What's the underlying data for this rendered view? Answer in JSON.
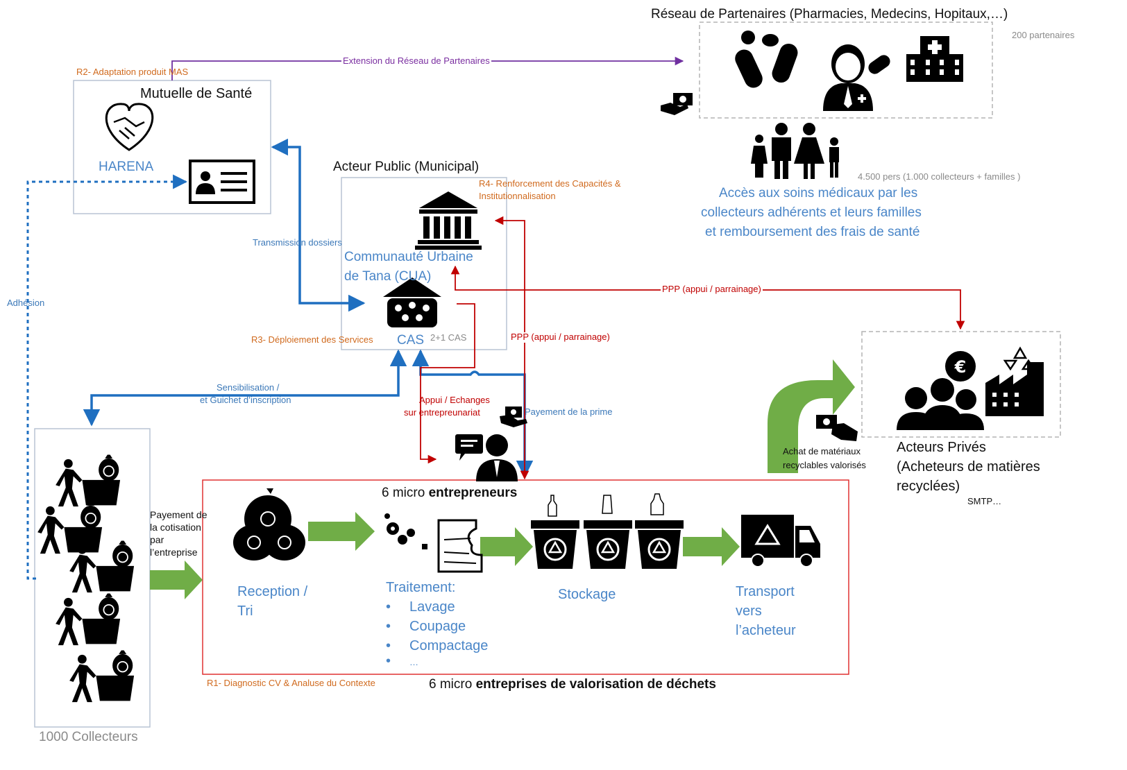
{
  "reseau": {
    "title": "Réseau de Partenaires (Pharmacies, Medecins, Hopitaux,…)",
    "count": "200 partenaires",
    "beneficiaries_count": "4.500 pers (1.000 collecteurs + familles )",
    "access_line1": "Accès aux soins médicaux par les",
    "access_line2": "collecteurs adhérents et leurs familles",
    "access_line3": "et remboursement des frais de santé"
  },
  "mutuelle": {
    "r2_label": "R2- Adaptation produit MAS",
    "title": "Mutuelle de Santé",
    "name": "HARENA"
  },
  "extension_label": "Extension du Réseau de Partenaires",
  "acteur_public": {
    "title": "Acteur Public (Municipal)",
    "r4_line1": "R4- Renforcement des Capacités &",
    "r4_line2": "Institutionnalisation",
    "cua_line1": "Communauté Urbaine",
    "cua_line2": "de Tana (CUA)",
    "cas_label": "CAS",
    "cas_count": "2+1 CAS"
  },
  "labels": {
    "transmission": "Transmission dossiers",
    "adhesion": "Adhésion",
    "r3": "R3- Déploiement des Services",
    "ppp_top": "PPP (appui / parrainage)",
    "ppp_mid": "PPP (appui / parrainage)",
    "sensibilisation_line1": "Sensibilisation /",
    "sensibilisation_line2": "et Guichet d’inscription",
    "appui_line1": "Appui / Echanges",
    "appui_line2": "sur entrepreunariat",
    "payement_prime": "Payement de la prime",
    "payement_cotisation_line1": "Payement de",
    "payement_cotisation_line2": "la cotisation",
    "payement_cotisation_line3": "par",
    "payement_cotisation_line4": "l’entreprise",
    "achat_line1": "Achat de matériaux",
    "achat_line2": "recyclables valorisés",
    "r1": "R1- Diagnostic CV & Analuse du Contexte"
  },
  "acteurs_prives": {
    "line1": "Acteurs Privés",
    "line2": "(Acheteurs de matières",
    "line3": "recyclées)",
    "example": "SMTP…"
  },
  "collecteurs": {
    "label": "1000 Collecteurs"
  },
  "entreprises": {
    "micro_prefix": "6 micro ",
    "micro_bold": "entrepreneurs",
    "bottom_prefix": "6 micro ",
    "bottom_bold": "entreprises de valorisation de déchets",
    "reception_line1": "Reception /",
    "reception_line2": "Tri",
    "traitement_title": "Traitement:",
    "traitement_items": [
      "Lavage",
      "Coupage",
      "Compactage",
      "…"
    ],
    "stockage": "Stockage",
    "transport_line1": "Transport",
    "transport_line2": "vers",
    "transport_line3": "l’acheteur"
  },
  "colors": {
    "blue_arrow": "#1f6fc0",
    "red_arrow": "#c00000",
    "purple_arrow": "#7030a0",
    "green_arrow": "#70ad47",
    "label_blue": "#4a86c8",
    "label_orange": "#d06a1e"
  },
  "icons": [
    "pills-icon",
    "doctor-icon",
    "hospital-icon",
    "family-icon",
    "handshake-heart-icon",
    "id-card-icon",
    "government-building-icon",
    "community-house-icon",
    "entrepreneur-chat-icon",
    "money-hand-icon",
    "recycling-bags-icon",
    "gears-press-icon",
    "recycle-bin-icon",
    "recycling-truck-icon",
    "businesspeople-euro-icon",
    "recycling-factory-icon",
    "waste-collector-icon"
  ]
}
